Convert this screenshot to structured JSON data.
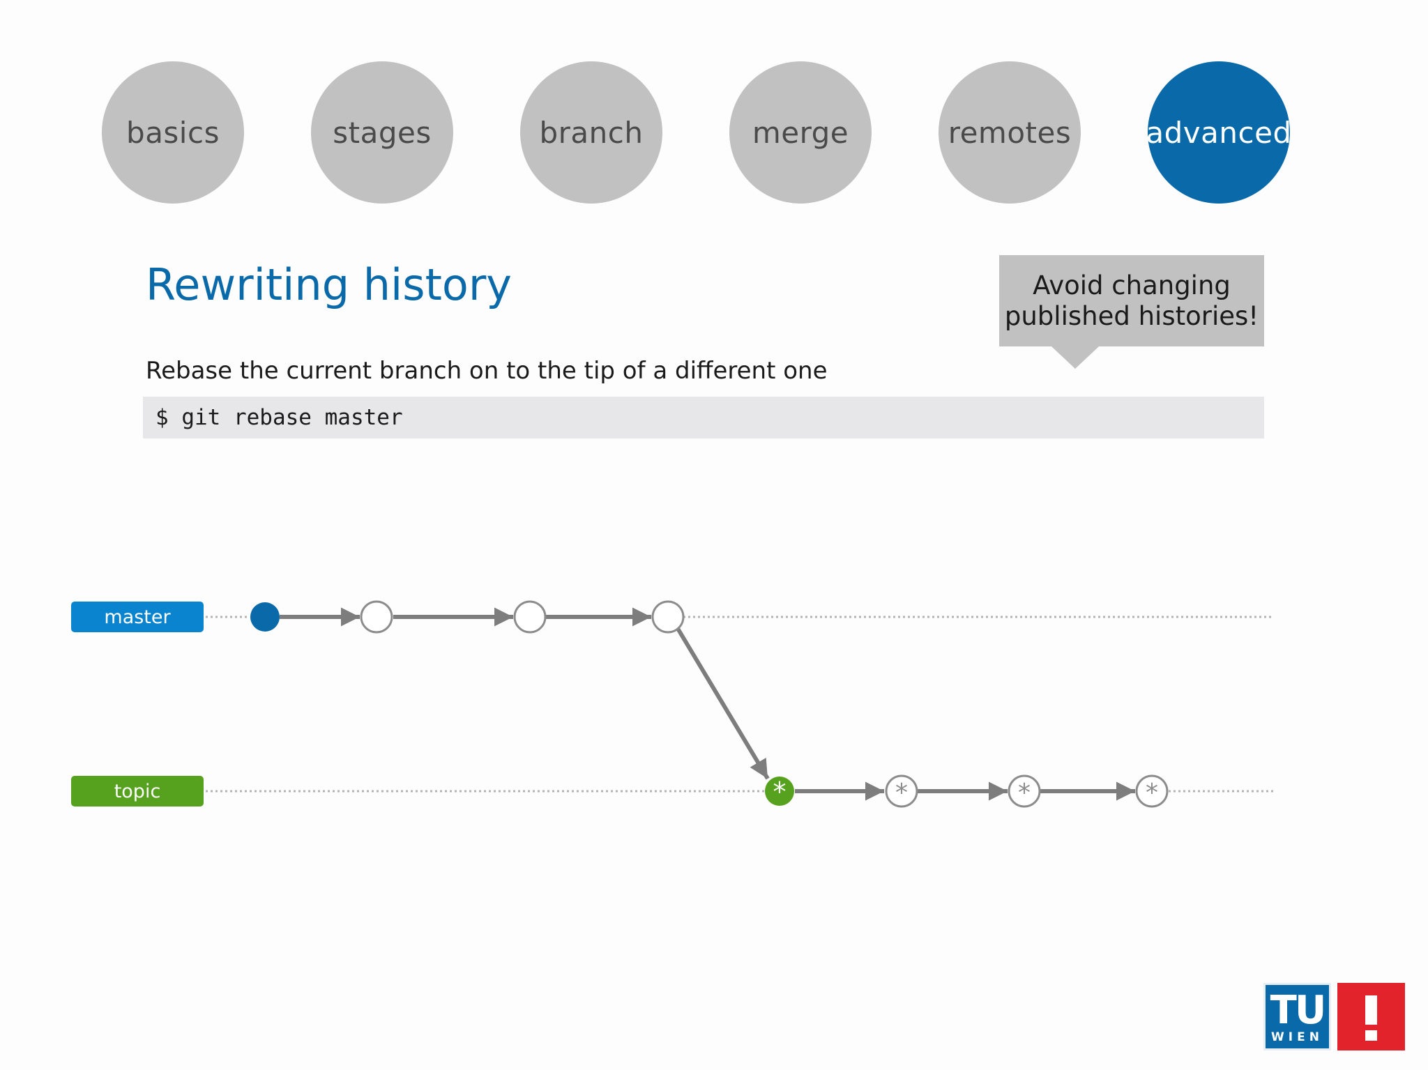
{
  "nav": {
    "items": [
      {
        "label": "basics",
        "active": false
      },
      {
        "label": "stages",
        "active": false
      },
      {
        "label": "branch",
        "active": false
      },
      {
        "label": "merge",
        "active": false
      },
      {
        "label": "remotes",
        "active": false
      },
      {
        "label": "advanced",
        "active": true
      }
    ]
  },
  "slide": {
    "title": "Rewriting history",
    "subtitle": "Rebase the current branch on to the tip of a different one",
    "command": "$ git rebase master"
  },
  "callout": {
    "text": "Avoid changing\npublished histories!"
  },
  "graph": {
    "branches": {
      "master": {
        "label": "master",
        "color": "#0a84cf"
      },
      "topic": {
        "label": "topic",
        "color": "#56a21e"
      }
    },
    "commit_marker": "*",
    "colors": {
      "edge": "#7d7d7d",
      "ring": "#8c8c8c",
      "dotted": "#b3b3b3",
      "master_tip": "#0a6aa9",
      "rebased_commit": "#56a21e"
    }
  },
  "logo": {
    "letters": "TU",
    "sub": "WIEN",
    "brand_blue": "#0a6aa9",
    "brand_red": "#e2232b"
  }
}
